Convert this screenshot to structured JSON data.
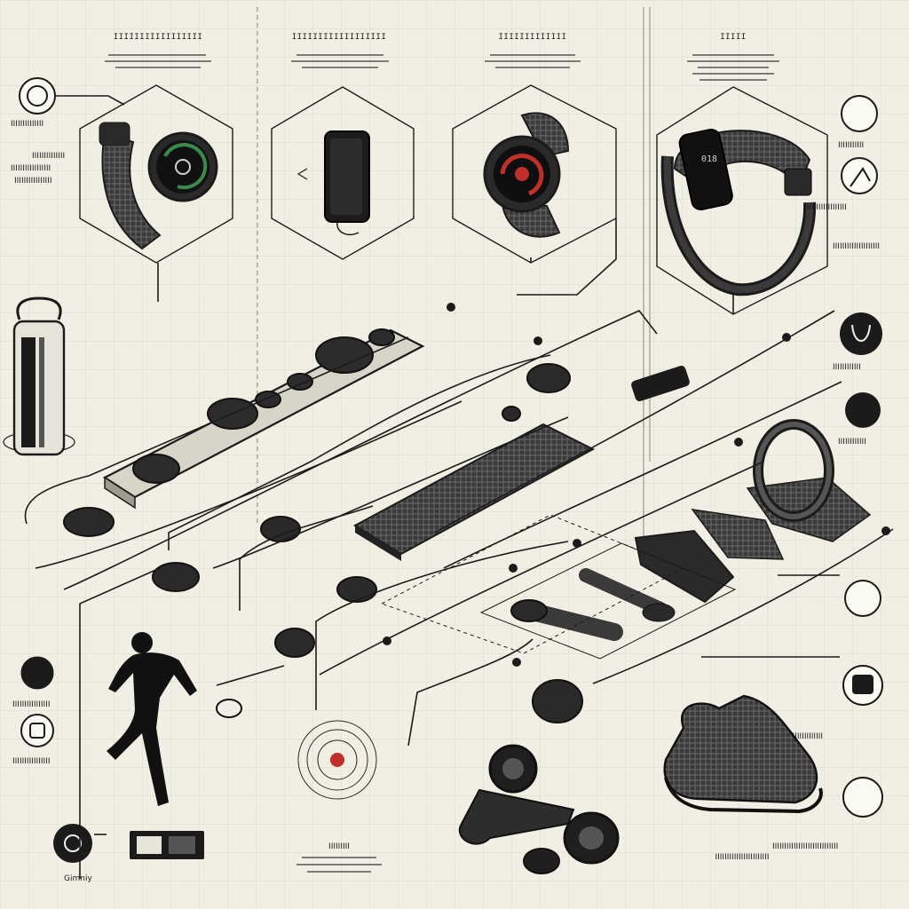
{
  "headers": [
    "IIIIIIIIIIIIIIIII",
    "IIIIIIIIIIIIIIIIII",
    "IIIIIIIIIIIII",
    "IIIII"
  ],
  "side_labels_left": [
    "IIIIIIIIIIIIII",
    "IIIIIIIIIIIIII",
    "IIIIIIIIIIIIIIIII",
    "IIIIIIIIIIIIIIII",
    "IIIIIIIIIIIIIIII",
    "IIIIIIIIIIIIIIII",
    "Gimniy"
  ],
  "side_labels_right": [
    "IIIIIIIIIII",
    "IIIIIIIIIIIIIIIIII",
    "IIIIIIIIIIIIIIIIIIII",
    "IIIIIIIIIIII",
    "IIIIIIIIIIII",
    "IIIIIIIIIIIIIIIIIIIIIII",
    "IIIIIIIIIIIIIIIIIIIIIIIIIIII"
  ],
  "bottom_labels": [
    "IIIIIIIII",
    "IIIIIIIIIIIIIIIIIIIIIII"
  ],
  "colors": {
    "paper": "#f1efe3",
    "ink": "#1b1b1b",
    "accent_red": "#c0302a",
    "accent_green": "#3a8a4a",
    "grid": "#dcd9c8"
  },
  "icons": [
    "stopwatch-icon",
    "heart-rate-icon",
    "hydration-icon",
    "steps-icon",
    "sleep-icon",
    "runner-icon",
    "gear-icon",
    "shoe-icon"
  ]
}
